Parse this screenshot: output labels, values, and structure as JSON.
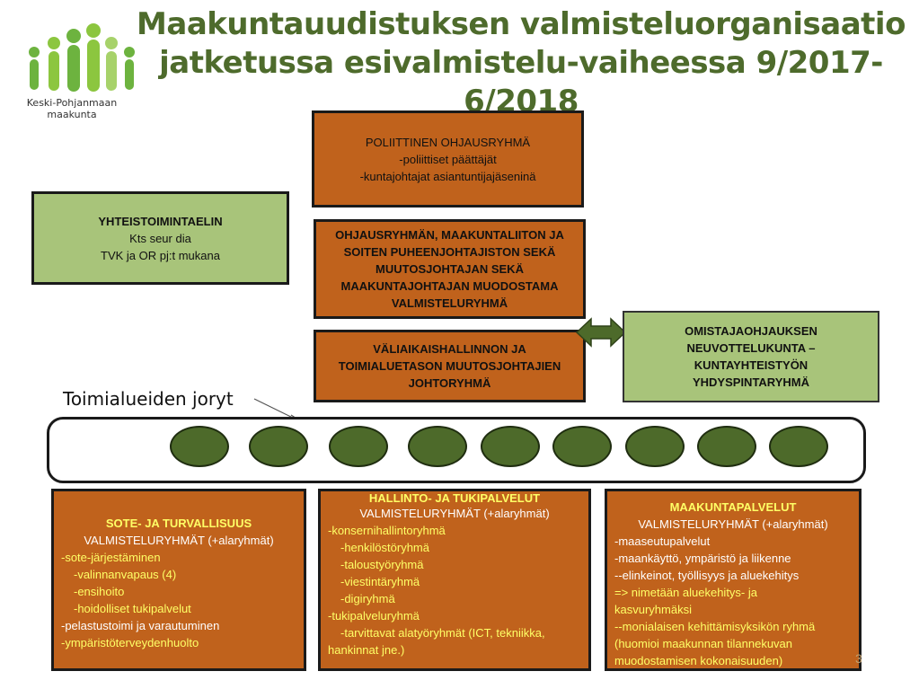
{
  "title": {
    "line1": "Maakuntauudistuksen valmisteluorganisaatio",
    "line2": "jatketussa esivalmistelu-vaiheessa 9/2017-6/2018"
  },
  "logo": {
    "line1": "Keski-Pohjanmaan",
    "line2": "maakunta",
    "colors": [
      "#6db33f",
      "#8cc63f",
      "#a7d26a"
    ]
  },
  "poliittinen": {
    "title": "POLIITTINEN OHJAUSRYHMÄ",
    "line1": "-poliittiset päättäjät",
    "line2": "-kuntajohtajat asiantuntijajäseninä"
  },
  "yhteistoiminta": {
    "title": "YHTEISTOIMINTAELIN",
    "line1": "Kts seur dia",
    "line2": "TVK ja OR pj:t mukana"
  },
  "valmisteluryhma": {
    "line1": "OHJAUSRYHMÄN, MAAKUNTALIITON JA",
    "line2": "SOITEN PUHEENJOHTAJISTON SEKÄ",
    "line3": "MUUTOSJOHTAJAN SEKÄ",
    "line4": "MAAKUNTAJOHTAJAN MUODOSTAMA",
    "line5": "VALMISTELURYHMÄ"
  },
  "valiaikais": {
    "line1": "VÄLIAIKAISHALLINNON JA",
    "line2": "TOIMIALUETASON MUUTOSJOHTAJIEN",
    "line3": "JOHTORYHMÄ"
  },
  "omistaja": {
    "line1": "OMISTAJAOHJAUKSEN",
    "line2": "NEUVOTTELUKUNTA –",
    "line3": "KUNTAYHTEISTYÖN",
    "line4": "YHDYSPINTARYHMÄ"
  },
  "toimialueet": {
    "label": "Toimialueiden joryt"
  },
  "col_sote": {
    "head": "SOTE- JA TURVALLISUUS",
    "sub": "VALMISTELURYHMÄT (+alaryhmät)",
    "items": [
      "-sote-järjestäminen",
      "-valinnanvapaus (4)",
      "-ensihoito",
      "-hoidolliset tukipalvelut",
      "-pelastustoimi ja varautuminen",
      "-ympäristöterveydenhuolto"
    ]
  },
  "col_hallinto": {
    "head": "HALLINTO- JA TUKIPALVELUT",
    "sub": "VALMISTELURYHMÄT (+alaryhmät)",
    "items": [
      "-konsernihallintoryhmä",
      "-henkilöstöryhmä",
      "-taloustyöryhmä",
      "-viestintäryhmä",
      "-digiryhmä",
      "-tukipalveluryhmä",
      "-tarvittavat alatyöryhmät (ICT, tekniikka,",
      "hankinnat jne.)"
    ]
  },
  "col_maakunta": {
    "head": "MAAKUNTAPALVELUT",
    "sub": "VALMISTELURYHMÄT (+alaryhmät)",
    "items": [
      "-maaseutupalvelut",
      "-maankäyttö, ympäristö ja liikenne",
      "--elinkeinot, työllisyys ja aluekehitys",
      "=> nimetään aluekehitys- ja",
      "kasvuryhmäksi",
      "--monialaisen kehittämisyksikön ryhmä",
      "(huomioi maakunnan tilannekuvan",
      "muodostamisen kokonaisuuden)"
    ]
  },
  "page_number": "3",
  "colors": {
    "title": "#4e6b2c",
    "orange": "#c0621c",
    "green_box": "#a8c47a",
    "oval": "#4d6a2a",
    "yellow_text": "#ffff66"
  }
}
